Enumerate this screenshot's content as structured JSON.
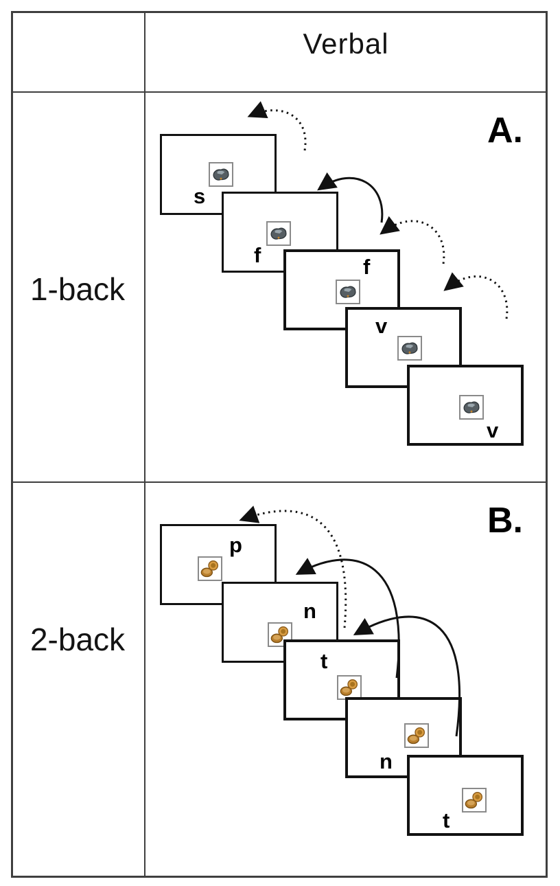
{
  "header": {
    "column_label": "Verbal"
  },
  "rows": [
    {
      "label": "1-back",
      "panel_letter": "A.",
      "stimulus_icon": "gray-object-photo-icon",
      "cards": [
        {
          "letter": "s"
        },
        {
          "letter": "f"
        },
        {
          "letter": "f"
        },
        {
          "letter": "v"
        },
        {
          "letter": "v"
        }
      ],
      "arrows": [
        {
          "from_card": 2,
          "to_card": 1,
          "style": "dashed"
        },
        {
          "from_card": 3,
          "to_card": 2,
          "style": "solid"
        },
        {
          "from_card": 4,
          "to_card": 3,
          "style": "dashed"
        },
        {
          "from_card": 5,
          "to_card": 4,
          "style": "dashed"
        }
      ]
    },
    {
      "label": "2-back",
      "panel_letter": "B.",
      "stimulus_icon": "coins-photo-icon",
      "cards": [
        {
          "letter": "p"
        },
        {
          "letter": "n"
        },
        {
          "letter": "t"
        },
        {
          "letter": "n"
        },
        {
          "letter": "t"
        }
      ],
      "arrows": [
        {
          "from_card": 3,
          "to_card": 1,
          "style": "dashed"
        },
        {
          "from_card": 4,
          "to_card": 2,
          "style": "solid"
        },
        {
          "from_card": 5,
          "to_card": 3,
          "style": "solid"
        }
      ]
    }
  ],
  "colors": {
    "grid_line": "#3f3f3f",
    "card_border": "#121212",
    "text": "#0d0d0d"
  }
}
